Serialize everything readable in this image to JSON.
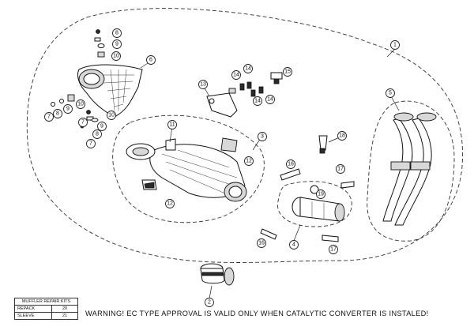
{
  "warning_text": "WARNING! EC TYPE APPROVAL IS VALID ONLY WHEN CATALYTIC CONVERTER IS INSTALED!",
  "repair_kits": {
    "title": "MUFFLER REPAIR KITS",
    "rows": [
      {
        "name": "REPACK",
        "ref": "20"
      },
      {
        "name": "SLEEVE",
        "ref": "21"
      }
    ]
  },
  "callouts": [
    "1",
    "2",
    "3",
    "4",
    "5",
    "6",
    "7",
    "7",
    "7",
    "8",
    "8",
    "8",
    "9",
    "9",
    "9",
    "10",
    "10",
    "10",
    "11",
    "12",
    "12",
    "13",
    "14",
    "14",
    "14",
    "14",
    "15",
    "16",
    "16",
    "17",
    "17",
    "18",
    "19"
  ]
}
